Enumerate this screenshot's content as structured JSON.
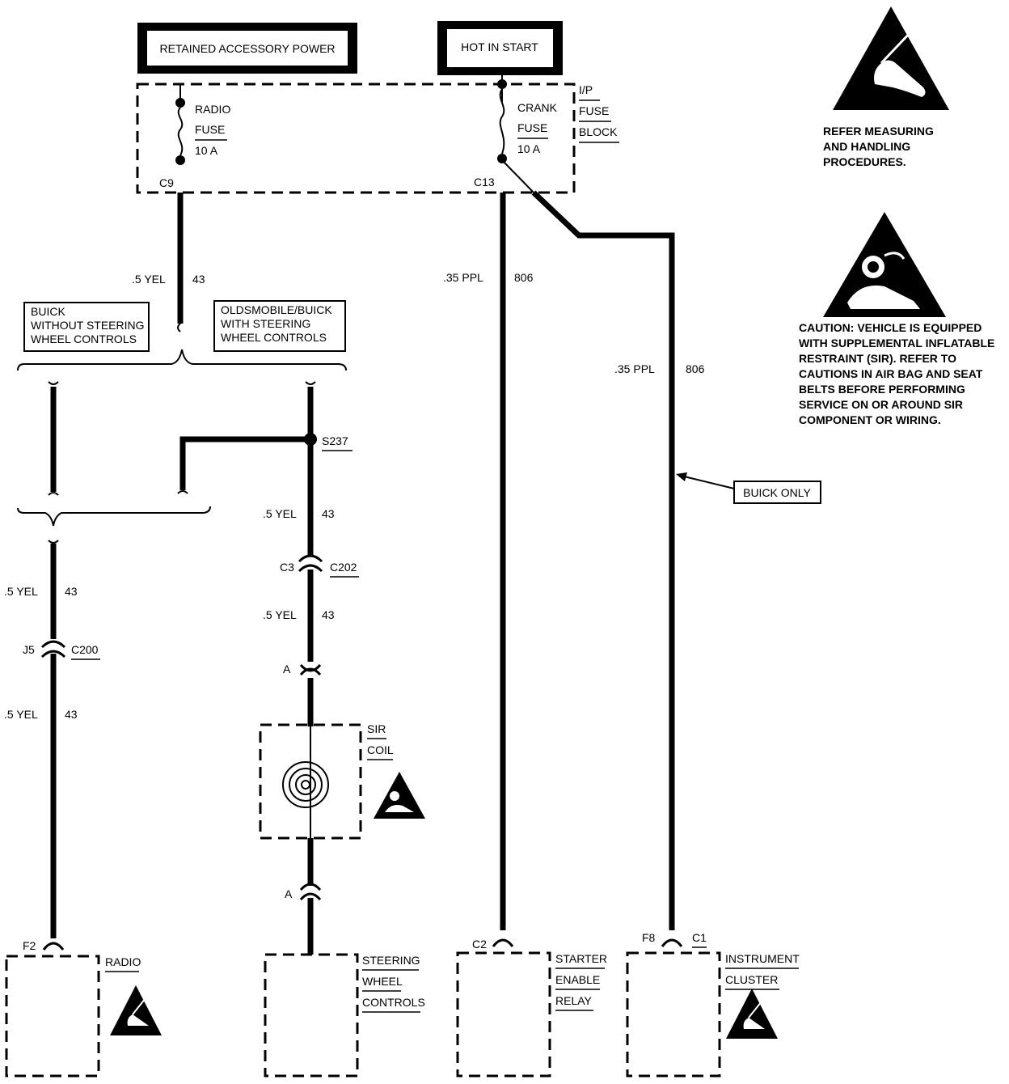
{
  "power_sources": {
    "retained_accessory": "RETAINED ACCESSORY POWER",
    "hot_in_start": "HOT IN START"
  },
  "fuse_block": {
    "label_lines": [
      "I/P",
      "FUSE",
      "BLOCK"
    ],
    "radio_fuse": [
      "RADIO",
      "FUSE",
      "10 A"
    ],
    "crank_fuse": [
      "CRANK",
      "FUSE",
      "10 A"
    ],
    "radio_terminal": "C9",
    "crank_terminal": "C13"
  },
  "wires": {
    "yel_size": ".5 YEL",
    "yel_circuit": "43",
    "ppl_size": ".35 PPL",
    "ppl_circuit": "806"
  },
  "options": {
    "without_controls": [
      "BUICK",
      "WITHOUT STEERING",
      "WHEEL CONTROLS"
    ],
    "with_controls": [
      "OLDSMOBILE/BUICK",
      "WITH STEERING",
      "WHEEL CONTROLS"
    ]
  },
  "splice": "S237",
  "connectors": {
    "c3": "C3",
    "c202": "C202",
    "j5": "J5",
    "c200": "C200",
    "a": "A",
    "f2": "F2",
    "c2": "C2",
    "f8": "F8",
    "c1": "C1"
  },
  "sir_coil": [
    "SIR",
    "COIL"
  ],
  "components": {
    "radio": "RADIO",
    "steering": [
      "STEERING",
      "WHEEL",
      "CONTROLS"
    ],
    "starter": [
      "STARTER",
      "ENABLE",
      "RELAY"
    ],
    "cluster": [
      "INSTRUMENT",
      "CLUSTER"
    ]
  },
  "buick_only": "BUICK ONLY",
  "notes": {
    "esd": [
      "REFER MEASURING",
      "AND HANDLING",
      "PROCEDURES."
    ],
    "sir_caution": [
      "CAUTION: VEHICLE IS EQUIPPED",
      "WITH SUPPLEMENTAL INFLATABLE",
      "RESTRAINT (SIR). REFER TO",
      "CAUTIONS IN AIR BAG AND SEAT",
      "BELTS BEFORE PERFORMING",
      "SERVICE ON OR AROUND SIR",
      "COMPONENT OR WIRING."
    ]
  },
  "icons": {
    "esd_warning": "esd-warning-icon",
    "airbag_warning": "airbag-warning-icon"
  }
}
